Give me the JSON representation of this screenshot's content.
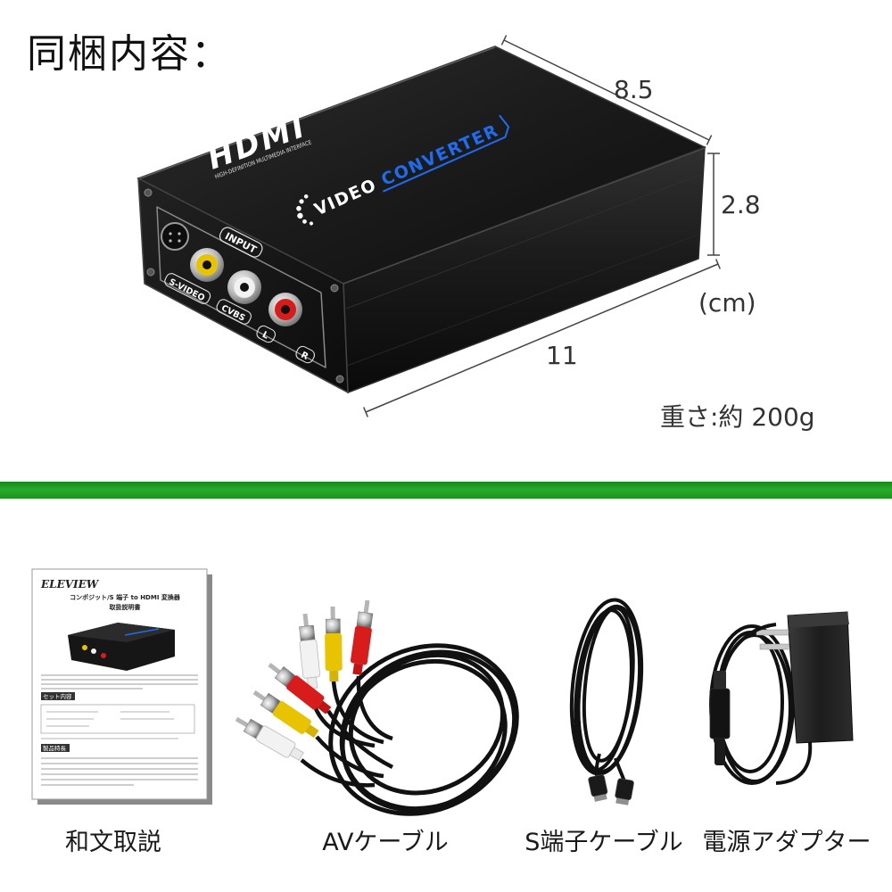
{
  "title": "同梱内容：",
  "device": {
    "hdmi_logo": "HDMI",
    "hdmi_subtitle": "HIGH-DEFINITION MULTIMEDIA INTERFACE",
    "name_part1": "VIDEO",
    "name_part2": "CONVERTER",
    "ports": {
      "input": "INPUT",
      "svideo": "S-VIDEO",
      "cvbs": "CVBS",
      "left": "L",
      "right": "R"
    }
  },
  "dimensions": {
    "depth": "8.5",
    "height": "2.8",
    "unit": "(cm)",
    "width": "11",
    "weight": "重さ:約 200g"
  },
  "manual": {
    "brand": "ELEVIEW",
    "title": "コンポジット/S 端子 to HDMI 変換器",
    "subtitle": "取扱説明書",
    "section_contents": "セット内容",
    "section_features": "製品特長"
  },
  "items": [
    {
      "caption": "和文取説",
      "icon": "manual-icon"
    },
    {
      "caption": "AVケーブル",
      "icon": "av-cable-icon"
    },
    {
      "caption": "S端子ケーブル",
      "icon": "s-video-cable-icon"
    },
    {
      "caption": "電源アダプター",
      "icon": "power-adapter-icon"
    }
  ],
  "colors": {
    "accent_green": "#22a124",
    "device_blue": "#1e6cf0",
    "rca_yellow": "#e8c400",
    "rca_red": "#d81b1b",
    "rca_white": "#f2f2f2"
  }
}
